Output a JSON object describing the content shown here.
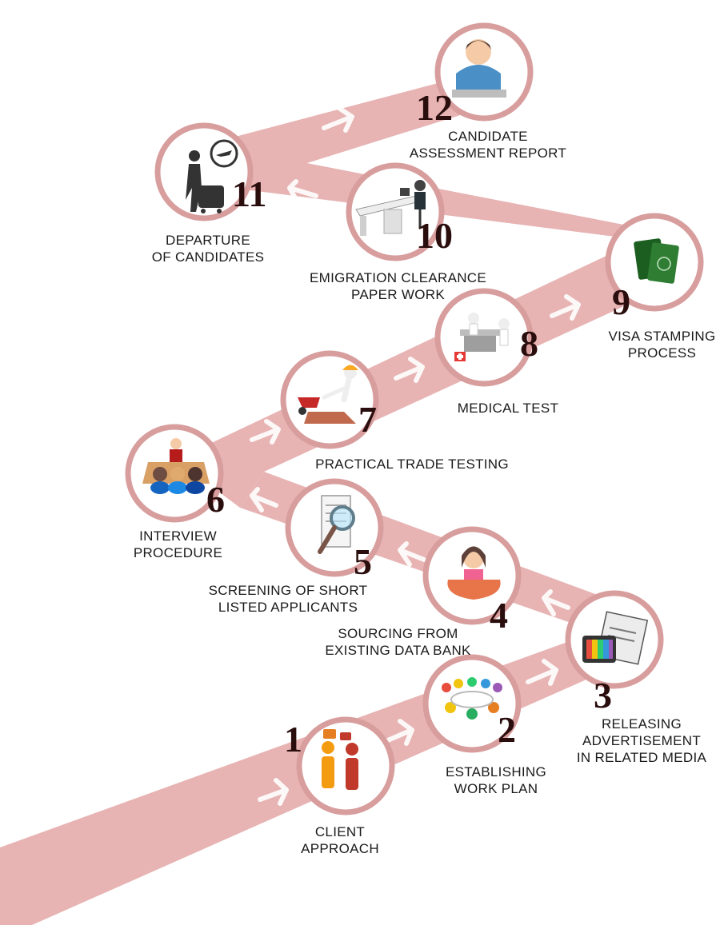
{
  "steps": [
    {
      "number": "1",
      "label_lines": [
        "CLIENT",
        "APPROACH"
      ],
      "icon": "client-people-icon"
    },
    {
      "number": "2",
      "label_lines": [
        "ESTABLISHING",
        "WORK PLAN"
      ],
      "icon": "team-meeting-icon"
    },
    {
      "number": "3",
      "label_lines": [
        "RELEASING",
        "ADVERTISEMENT",
        "IN RELATED MEDIA"
      ],
      "icon": "tv-newspaper-icon"
    },
    {
      "number": "4",
      "label_lines": [
        "SOURCING FROM",
        "EXISTING DATA BANK"
      ],
      "icon": "receptionist-icon"
    },
    {
      "number": "5",
      "label_lines": [
        "SCREENING OF SHORT",
        "LISTED APPLICANTS"
      ],
      "icon": "magnifier-document-icon"
    },
    {
      "number": "6",
      "label_lines": [
        "INTERVIEW",
        "PROCEDURE"
      ],
      "icon": "interview-panel-icon"
    },
    {
      "number": "7",
      "label_lines": [
        "PRACTICAL TRADE TESTING"
      ],
      "icon": "construction-worker-icon"
    },
    {
      "number": "8",
      "label_lines": [
        "MEDICAL TEST"
      ],
      "icon": "doctor-office-icon"
    },
    {
      "number": "9",
      "label_lines": [
        "VISA STAMPING",
        "PROCESS"
      ],
      "icon": "passport-icon"
    },
    {
      "number": "10",
      "label_lines": [
        "EMIGRATION CLEARANCE",
        "PAPER WORK"
      ],
      "icon": "office-desk-icon"
    },
    {
      "number": "11",
      "label_lines": [
        "DEPARTURE",
        "OF CANDIDATES"
      ],
      "icon": "traveler-airplane-icon"
    },
    {
      "number": "12",
      "label_lines": [
        "CANDIDATE",
        "ASSESSMENT REPORT"
      ],
      "icon": "person-at-desk-icon"
    }
  ],
  "colors": {
    "road": "#e7b3b3",
    "ring": "#d89d9d",
    "number": "#2a0d0d"
  }
}
